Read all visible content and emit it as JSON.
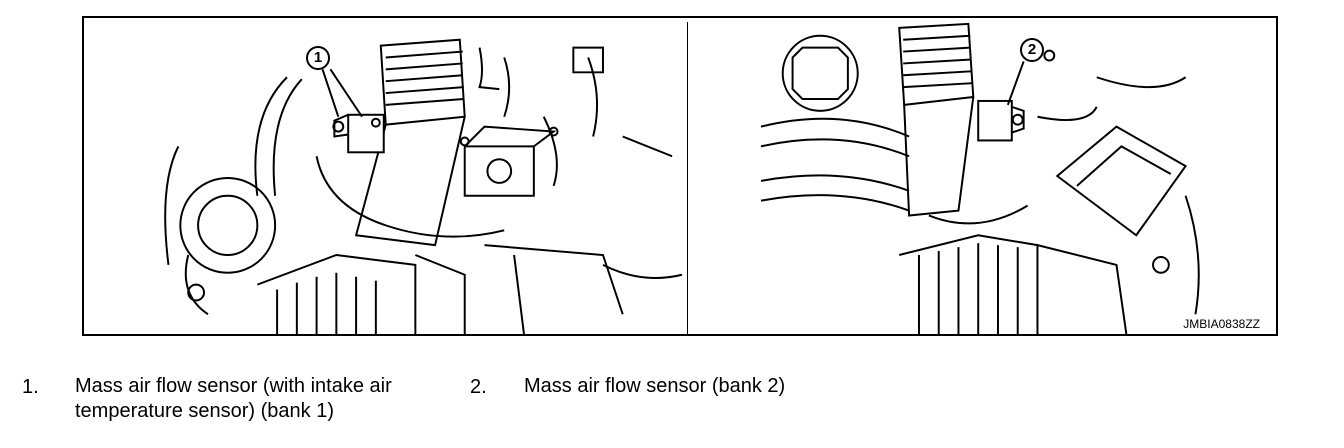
{
  "figure": {
    "code": "JMBIA0838ZZ",
    "callouts": [
      "1",
      "2"
    ]
  },
  "legend": [
    {
      "num": "1.",
      "text_line1": "Mass air flow sensor (with intake air",
      "text_line2": "temperature sensor) (bank 1)"
    },
    {
      "num": "2.",
      "text_line1": "Mass air flow sensor (bank 2)"
    }
  ]
}
